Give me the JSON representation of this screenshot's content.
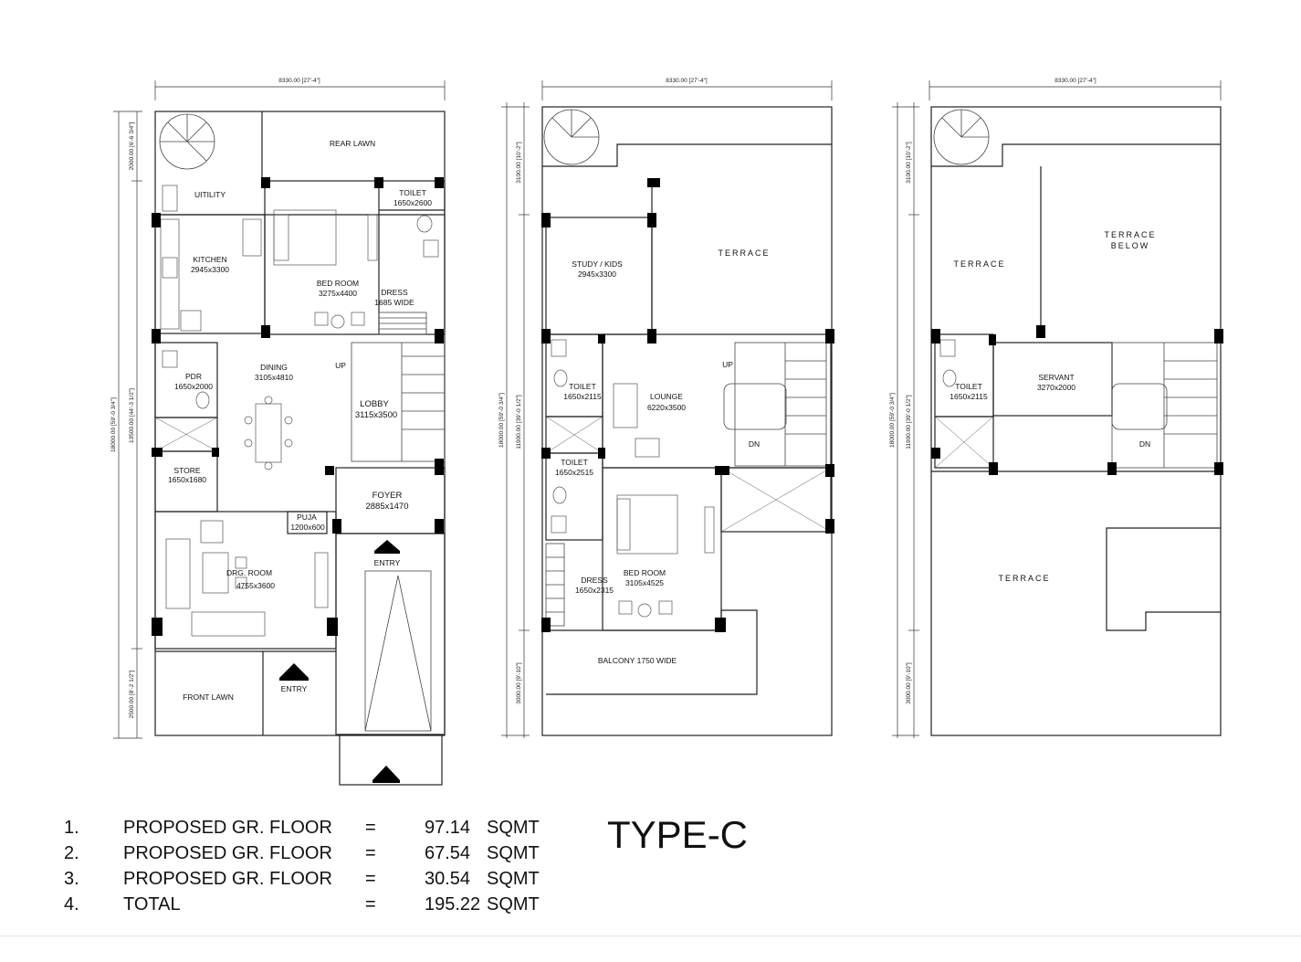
{
  "title": "TYPE-C",
  "dimensions": {
    "width_plot": "8330.00 [27'-4\"]",
    "total_depth": "18000.00 [59'-0 3/4\"]",
    "gf_rear": "2000.00 [6'-6 3/4\"]",
    "gf_middle": "13500.00 [44'-3 1/2\"]",
    "gf_front": "2500.00 [8'-2 1/2\"]",
    "ff_rear": "3100.00 [10'-2\"]",
    "ff_middle": "11900.00 [39'-0 1/2\"]",
    "ff_front": "3000.00 [9'-10\"]"
  },
  "ground_floor": {
    "rear_lawn": "REAR LAWN",
    "utility": "UITILITY",
    "toilet_name": "TOILET",
    "toilet_size": "1650x2600",
    "kitchen_name": "KITCHEN",
    "kitchen_size": "2945x3300",
    "bedroom_name": "BED ROOM",
    "bedroom_size": "3275x4400",
    "dress_name": "DRESS",
    "dress_size": "1685 WIDE",
    "dining_name": "DINING",
    "dining_size": "3105x4810",
    "up": "UP",
    "pdr_name": "PDR",
    "pdr_size": "1650x2000",
    "lobby_name": "LOBBY",
    "lobby_size": "3115x3500",
    "store_name": "STORE",
    "store_size": "1650x1680",
    "foyer_name": "FOYER",
    "foyer_size": "2885x1470",
    "puja_name": "PUJA",
    "puja_size": "1200x600",
    "drg_name": "DRG. ROOM",
    "drg_size": "4755x3600",
    "entry_1": "ENTRY",
    "entry_2": "ENTRY",
    "front_lawn": "FRONT LAWN"
  },
  "first_floor": {
    "study_name": "STUDY / KIDS",
    "study_size": "2945x3300",
    "terrace": "TERRACE",
    "toilet1_name": "TOILET",
    "toilet1_size": "1650x2115",
    "lounge_name": "LOUNGE",
    "lounge_size": "6220x3500",
    "up": "UP",
    "dn": "DN",
    "toilet2_name": "TOILET",
    "toilet2_size": "1650x2515",
    "dress_name": "DRESS",
    "dress_size": "1650x2315",
    "bedroom_name": "BED ROOM",
    "bedroom_size": "3105x4525",
    "balcony": "BALCONY 1750 WIDE"
  },
  "second_floor": {
    "terrace_left": "TERRACE",
    "terrace_below_1": "TERRACE",
    "terrace_below_2": "BELOW",
    "toilet_name": "TOILET",
    "toilet_size": "1650x2115",
    "servant_name": "SERVANT",
    "servant_size": "3270x2000",
    "dn": "DN",
    "terrace_front": "TERRACE"
  },
  "areas": [
    {
      "num": "1.",
      "label": "PROPOSED GR. FLOOR",
      "eq": "=",
      "value": "97.14",
      "unit": "SQMT"
    },
    {
      "num": "2.",
      "label": "PROPOSED GR. FLOOR",
      "eq": "=",
      "value": "67.54",
      "unit": "SQMT"
    },
    {
      "num": "3.",
      "label": "PROPOSED GR. FLOOR",
      "eq": "=",
      "value": "30.54",
      "unit": "SQMT"
    },
    {
      "num": "4.",
      "label": "TOTAL",
      "eq": "=",
      "value": "195.22",
      "unit": "SQMT"
    }
  ]
}
